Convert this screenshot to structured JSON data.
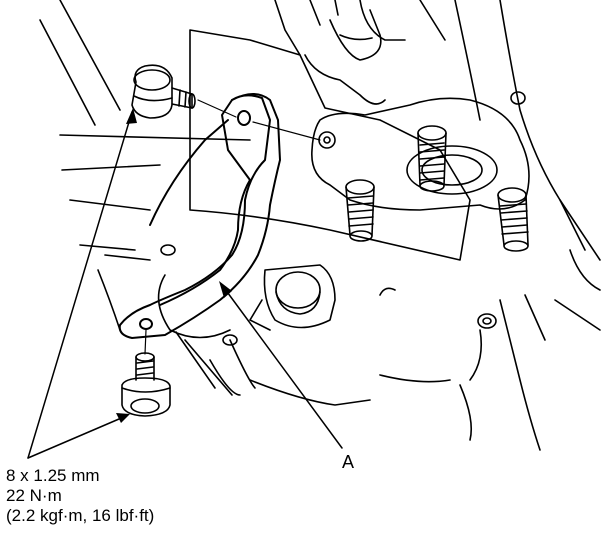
{
  "spec": {
    "size": "8 x 1.25 mm",
    "torque_nm": "22 N·m",
    "torque_alt": "(2.2 kgf·m, 16 lbf·ft)"
  },
  "callout": {
    "label": "A"
  },
  "colors": {
    "ink": "#000000",
    "paper": "#ffffff"
  }
}
